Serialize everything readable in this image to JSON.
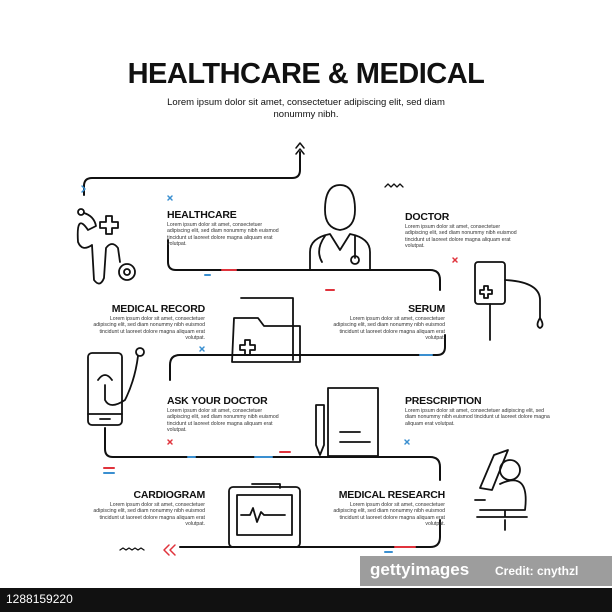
{
  "title": "HEALTHCARE & MEDICAL",
  "subtitle": "Lorem ipsum dolor sit amet, consectetuer adipiscing elit, sed diam nonummy nibh.",
  "body_text": "Lorem ipsum dolor sit amet, consectetuer adipiscing elit, sed diam nonummy nibh euismod tincidunt ut laoreet dolore magna aliquam erat volutpat.",
  "steps": [
    {
      "label": "HEALTHCARE",
      "icon": "stethoscope-icon"
    },
    {
      "label": "DOCTOR",
      "icon": "doctor-icon"
    },
    {
      "label": "MEDICAL RECORD",
      "icon": "folder-icon"
    },
    {
      "label": "SERUM",
      "icon": "iv-bag-icon"
    },
    {
      "label": "ASK YOUR DOCTOR",
      "icon": "phone-stethoscope-icon"
    },
    {
      "label": "PRESCRIPTION",
      "icon": "prescription-icon"
    },
    {
      "label": "CARDIOGRAM",
      "icon": "monitor-icon"
    },
    {
      "label": "MEDICAL RESEARCH",
      "icon": "microscope-icon"
    }
  ],
  "watermark": {
    "brand": "gettyimages",
    "credit": "Credit: cnythzl"
  },
  "image_id": "1288159220",
  "colors": {
    "accent_red": "#e0333c",
    "accent_blue": "#3a8fd0",
    "line": "#111111"
  }
}
